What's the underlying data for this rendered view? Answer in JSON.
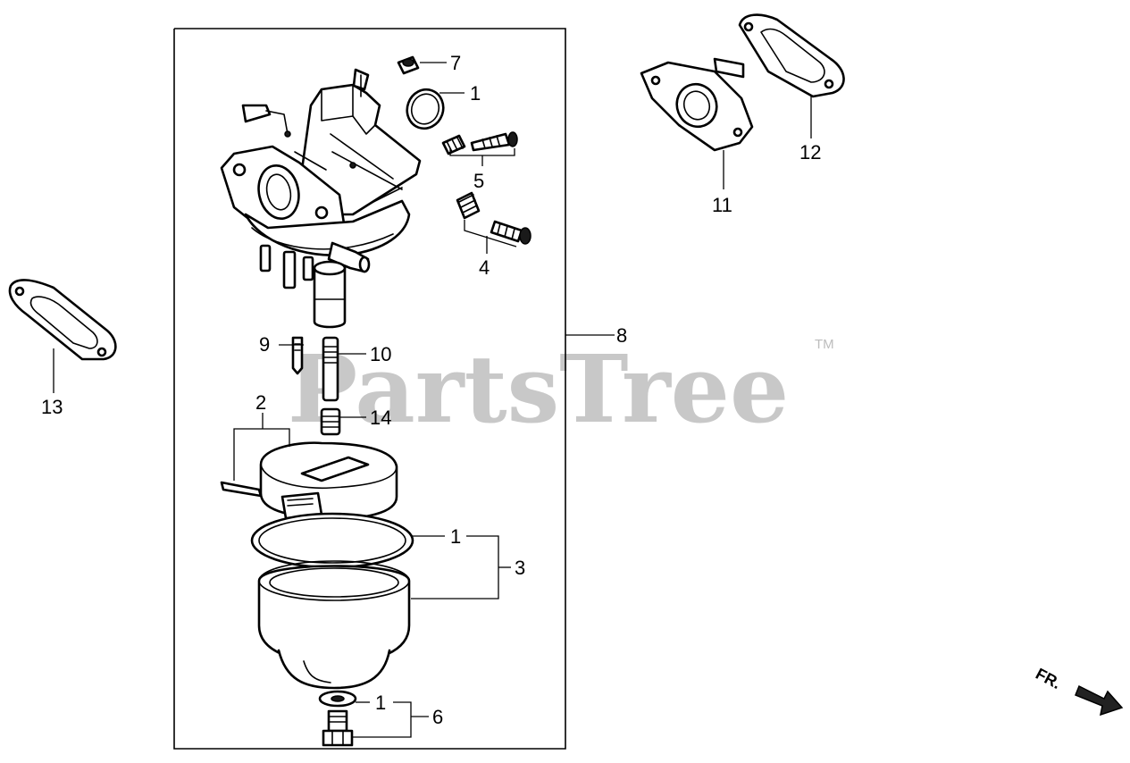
{
  "watermark": {
    "brand": "PartsTree",
    "trademark": "TM"
  },
  "direction_marker": {
    "label": "FR.",
    "icon": "arrow-right-down-icon"
  },
  "callouts": {
    "c1_top": "1",
    "c1_mid": "1",
    "c1_bot": "1",
    "c2": "2",
    "c3": "3",
    "c4": "4",
    "c5": "5",
    "c6": "6",
    "c7": "7",
    "c8": "8",
    "c9": "9",
    "c10": "10",
    "c11": "11",
    "c12": "12",
    "c13": "13",
    "c14": "14"
  },
  "colors": {
    "line": "#000000",
    "watermark": "#c8c8c8",
    "background": "#ffffff"
  }
}
